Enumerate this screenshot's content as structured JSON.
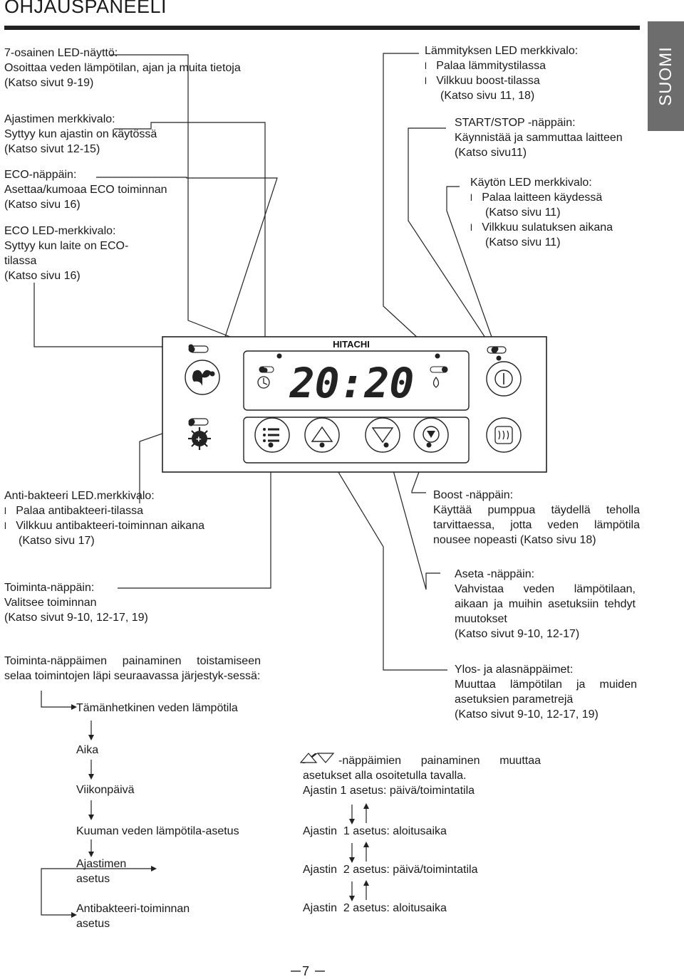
{
  "header": {
    "title": "OHJAUSPANEELI",
    "side_tab": "SUOMI"
  },
  "top_left": {
    "led_display": [
      "7-osainen LED-näyttö:",
      "Osoittaa veden lämpötilan, ajan ja muita tietoja",
      "(Katso sivut 9-19)"
    ],
    "timer_led": [
      "Ajastimen merkkivalo:",
      "Syttyy kun ajastin on käytössä",
      "(Katso sivut 12-15)"
    ],
    "eco_button": [
      "ECO-näppäin:",
      "Asettaa/kumoaa ECO toiminnan",
      "(Katso sivu 16)"
    ],
    "eco_led": [
      "ECO LED-merkkivalo:",
      "Syttyy kun laite on ECO-",
      "tilassa",
      "(Katso sivu 16)"
    ]
  },
  "top_right": {
    "heating_led": [
      "Lämmityksen LED merkkivalo:",
      "Palaa lämmitystilassa",
      "Vilkkuu boost-tilassa",
      "(Katso sivu 11, 18)"
    ],
    "start_stop": [
      "START/STOP -näppäin:",
      "Käynnistää ja sammuttaa laitteen",
      "(Katso sivu11)"
    ],
    "operation_led": [
      "Käytön LED merkkivalo:",
      "Palaa laitteen käydessä",
      "(Katso sivu 11)",
      "Vilkkuu sulatuksen aikana",
      "(Katso sivu 11)"
    ],
    "bullet_char": "l"
  },
  "panel": {
    "brand": "HITACHI",
    "display_value": "20:20"
  },
  "bottom_left": {
    "antibac_led": [
      "Anti-bakteeri LED.merkkivalo:",
      "Palaa antibakteeri-tilassa",
      "Vilkkuu antibakteeri-toiminnan aikana",
      "(Katso sivu 17)"
    ],
    "function_button": [
      "Toiminta-näppäin:",
      "Valitsee toiminnan",
      "(Katso sivut 9-10, 12-17, 19)"
    ],
    "cycle_intro": "Toiminta-näppäimen painaminen toistamiseen selaa toimintojen läpi seuraavassa järjestyk-sessä:",
    "cycle_items": [
      "Tämänhetkinen veden lämpötila",
      "Aika",
      "Viikonpäivä",
      "Kuuman veden lämpötila-asetus",
      "Ajastimen asetus",
      "Antibakteeri-toiminnan asetus"
    ]
  },
  "bottom_right": {
    "boost_button": [
      "Boost -näppäin:",
      "Käyttää pumppua täydellä teholla tarvittaessa, jotta veden lämpötila nousee nopeasti (Katso sivu 18)"
    ],
    "set_button": [
      "Aseta -näppäin:",
      "Vahvistaa veden lämpötilaan, aikaan ja muihin asetuksiin tehdyt muutokset",
      "(Katso sivut 9-10, 12-17)"
    ],
    "updown_buttons": [
      "Ylos- ja alasnäppäimet:",
      "Muuttaa lämpötilan ja muiden asetuksien parametrejä",
      "(Katso sivut 9-10, 12-17, 19)"
    ],
    "arrows_intro": "-näppäimien painaminen muuttaa asetukset alla osoitetulla tavalla.",
    "timer_items": [
      "Ajastin 1 asetus: päivä/toimintatila",
      "Ajastin  1 asetus: aloitusaika",
      "Ajastin  2 asetus: päivä/toimintatila",
      "Ajastin  2 asetus: aloitusaika"
    ]
  },
  "footer": {
    "page_number": "7"
  }
}
